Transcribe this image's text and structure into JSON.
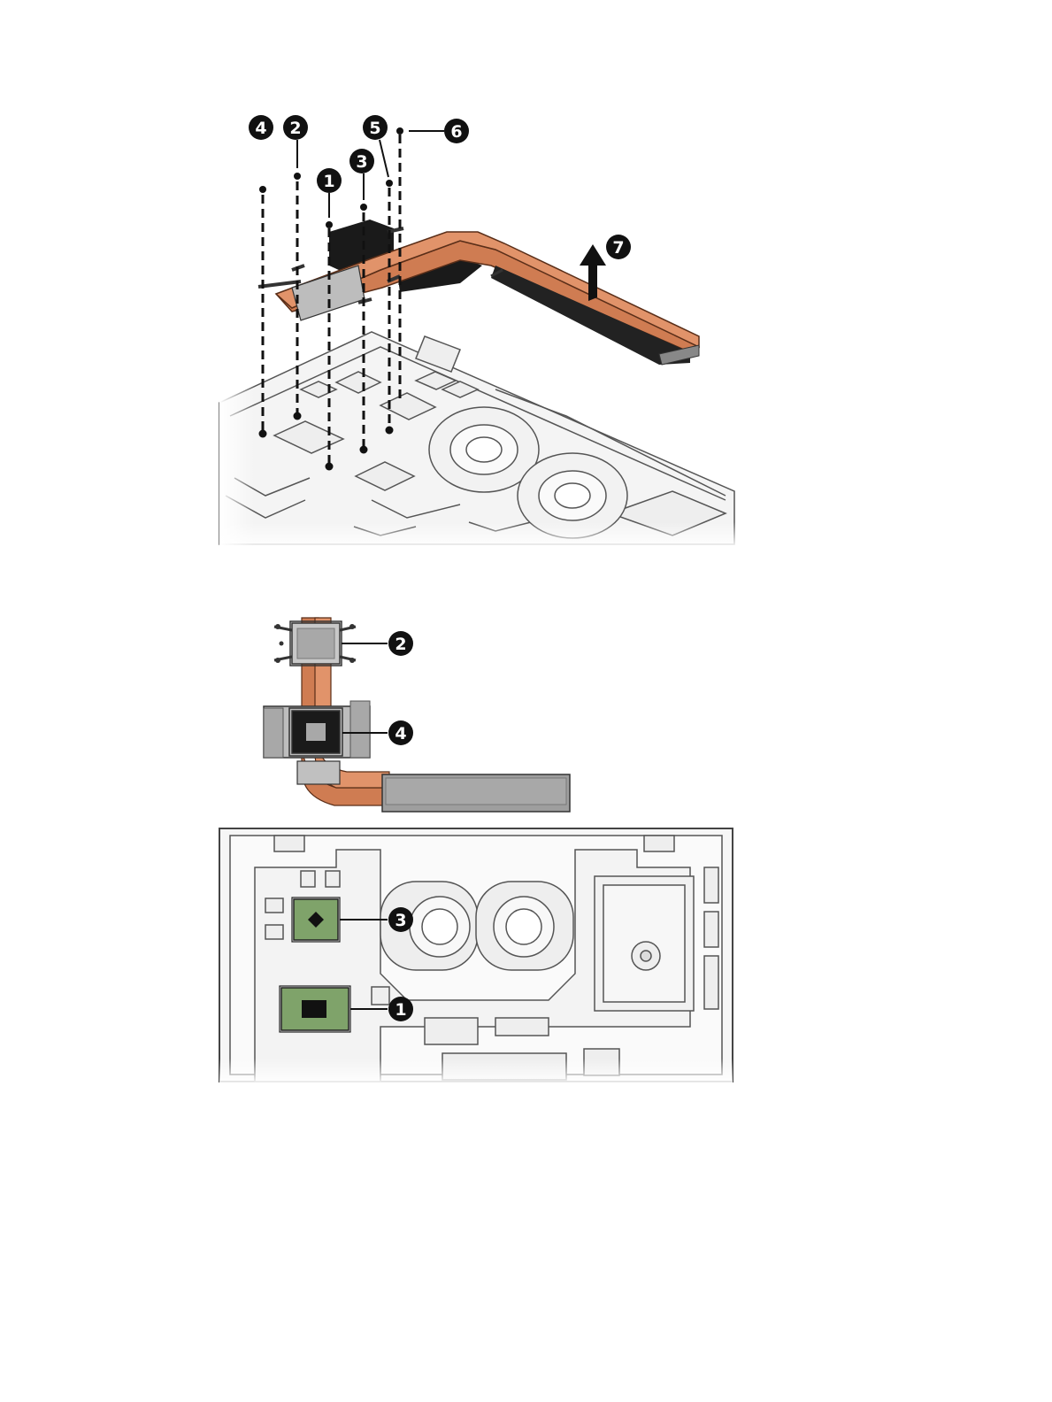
{
  "figure_top": {
    "callouts": [
      "4",
      "2",
      "1",
      "3",
      "5",
      "6",
      "7"
    ]
  },
  "figure_bottom": {
    "callouts": [
      "2",
      "4",
      "3",
      "1"
    ]
  },
  "colors": {
    "copper": "#cf7c52",
    "copper_dark": "#9a5230",
    "pcb_green": "#7fa36a",
    "thermal_pad": "#a8a8a8",
    "outline": "#3a3a3a",
    "callout_bg": "#111111"
  }
}
